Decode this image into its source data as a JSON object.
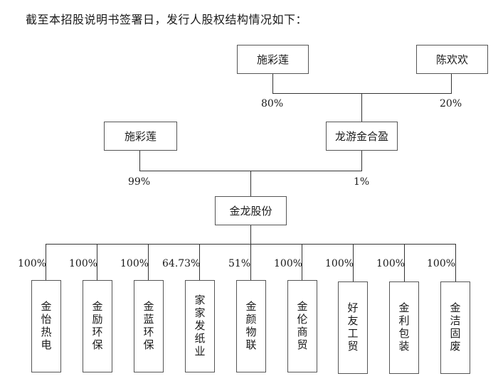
{
  "heading": "截至本招股说明书签署日，发行人股权结构情况如下：",
  "top_level": {
    "shareholders": [
      {
        "name": "施彩莲",
        "pct": "80%"
      },
      {
        "name": "陈欢欢",
        "pct": "20%"
      }
    ],
    "entity": "龙游金合盈"
  },
  "second_level": {
    "shareholders": [
      {
        "name": "施彩莲",
        "pct": "99%"
      },
      {
        "name": "龙游金合盈",
        "pct": "1%"
      }
    ],
    "entity": "金龙股份"
  },
  "subsidiaries": [
    {
      "name": "金怡热电",
      "pct": "100%"
    },
    {
      "name": "金励环保",
      "pct": "100%"
    },
    {
      "name": "金蓝环保",
      "pct": "100%"
    },
    {
      "name": "家家发纸业",
      "pct": "64.73%"
    },
    {
      "name": "金颜物联",
      "pct": "51%"
    },
    {
      "name": "金伦商贸",
      "pct": "100%"
    },
    {
      "name": "好友工贸",
      "pct": "100%"
    },
    {
      "name": "金利包装",
      "pct": "100%"
    },
    {
      "name": "金洁固废",
      "pct": "100%"
    }
  ]
}
